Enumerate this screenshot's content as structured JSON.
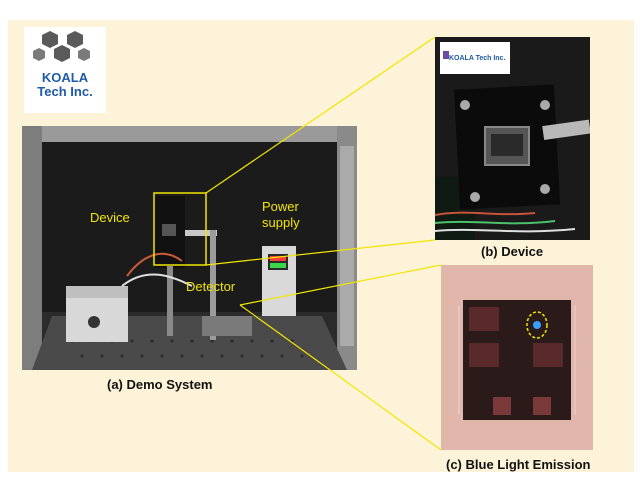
{
  "logo": {
    "line1": "KOALA",
    "line2": "Tech Inc."
  },
  "overlay_labels": {
    "device": "Device",
    "power_line1": "Power",
    "power_line2": "supply",
    "detector": "Detector"
  },
  "device_plate_text": "KOALA Tech Inc.",
  "captions": {
    "a": "(a) Demo System",
    "b": "(b) Device",
    "c": "(c) Blue Light Emission"
  },
  "colors": {
    "background": "#fdf3d8",
    "label_yellow": "#f2e600",
    "logo_blue": "#1f5aa6",
    "logo_gray": "#5a5a5a",
    "emission_blue": "#3aa0ff"
  }
}
